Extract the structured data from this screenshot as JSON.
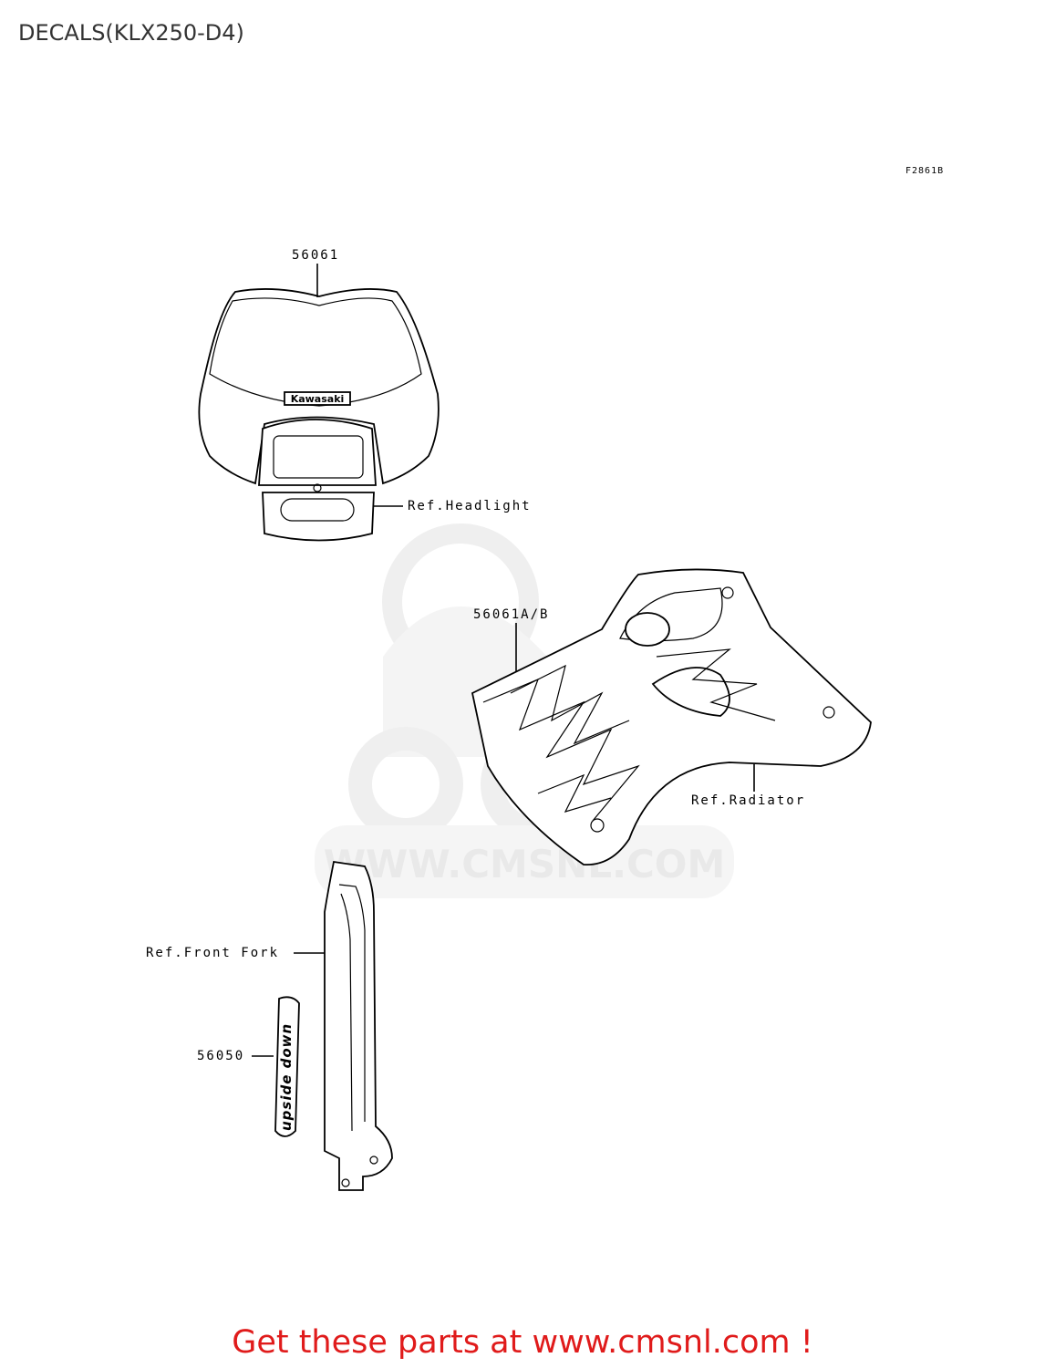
{
  "title": "DECALS(KLX250-D4)",
  "figure_code": "F2861B",
  "labels": {
    "part_56061": "56061",
    "ref_headlight": "Ref.Headlight",
    "part_56061ab": "56061A/B",
    "ref_radiator": "Ref.Radiator",
    "ref_front_fork": "Ref.Front Fork",
    "part_56050": "56050"
  },
  "brand_text": "Kawasaki",
  "fork_decal_text": "upside down",
  "watermark": "WWW.CMSNL.COM",
  "footer": "Get these parts at www.cmsnl.com !",
  "colors": {
    "footer": "#e01b1b",
    "watermark": "#e8e8e8"
  }
}
